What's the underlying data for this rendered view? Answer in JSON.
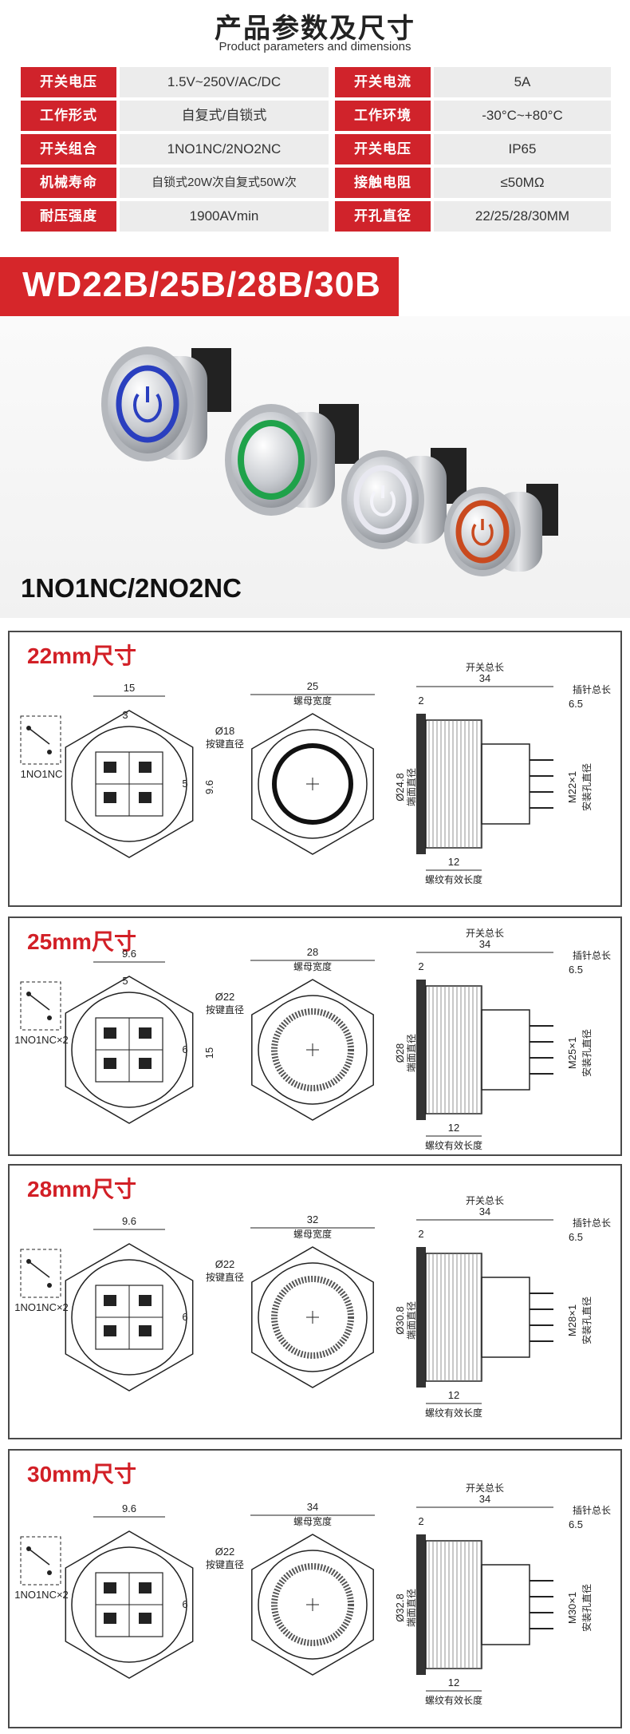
{
  "header": {
    "title_cn": "产品参数及尺寸",
    "title_en": "Product parameters and dimensions"
  },
  "spec_rows": [
    {
      "l1": "开关电压",
      "v1": "1.5V~250V/AC/DC",
      "l2": "开关电流",
      "v2": "5A"
    },
    {
      "l1": "工作形式",
      "v1": "自复式/自锁式",
      "l2": "工作环境",
      "v2": "-30°C~+80°C"
    },
    {
      "l1": "开关组合",
      "v1": "1NO1NC/2NO2NC",
      "l2": "开关电压",
      "v2": "IP65"
    },
    {
      "l1": "机械寿命",
      "v1": "自锁式20W次自复式50W次",
      "l2": "接触电阻",
      "v2": "≤50MΩ"
    },
    {
      "l1": "耐压强度",
      "v1": "1900AVmin",
      "l2": "开孔直径",
      "v2": "22/25/28/30MM"
    }
  ],
  "banner": {
    "model": "WD22B/25B/28B/30B"
  },
  "product": {
    "contacts": "1NO1NC/2NO2NC",
    "ring_colors": [
      "#2a3fbf",
      "#1fa24a",
      "#e8e8f0",
      "#c94a1f"
    ]
  },
  "panels": [
    {
      "title": "22mm尺寸",
      "wiring": "1NO1NC",
      "front_w": "15",
      "front_pin": "3",
      "front_h": "9.6",
      "front_c": "5",
      "nut_w": "25",
      "nut_w_label": "螺母宽度",
      "btn_d": "Ø18",
      "btn_d_label": "按键直径",
      "head_d": "Ø24.8",
      "head_d_label": "端面直径",
      "total": "34",
      "total_label": "开关总长",
      "pin": "6.5",
      "pin_label": "插针总长",
      "flange": "2",
      "thread": "M22×1",
      "thread_label": "安装孔直径",
      "thread_len": "12",
      "thread_len_label": "螺纹有效长度"
    },
    {
      "title": "25mm尺寸",
      "wiring": "1NO1NC×2",
      "front_w": "9.6",
      "front_pin": "5",
      "front_h": "15",
      "front_c": "6",
      "nut_w": "28",
      "nut_w_label": "螺母宽度",
      "btn_d": "Ø22",
      "btn_d_label": "按键直径",
      "head_d": "Ø28",
      "head_d_label": "端面直径",
      "total": "34",
      "total_label": "开关总长",
      "pin": "6.5",
      "pin_label": "插针总长",
      "flange": "2",
      "thread": "M25×1",
      "thread_label": "安装孔直径",
      "thread_len": "12",
      "thread_len_label": "螺纹有效长度"
    },
    {
      "title": "28mm尺寸",
      "wiring": "1NO1NC×2",
      "front_w": "9.6",
      "front_c": "6",
      "nut_w": "32",
      "nut_w_label": "螺母宽度",
      "btn_d": "Ø22",
      "btn_d_label": "按键直径",
      "head_d": "Ø30.8",
      "head_d_label": "端面直径",
      "total": "34",
      "total_label": "开关总长",
      "pin": "6.5",
      "pin_label": "插针总长",
      "flange": "2",
      "thread": "M28×1",
      "thread_label": "安装孔直径",
      "thread_len": "12",
      "thread_len_label": "螺纹有效长度"
    },
    {
      "title": "30mm尺寸",
      "wiring": "1NO1NC×2",
      "front_w": "9.6",
      "front_c": "6",
      "nut_w": "34",
      "nut_w_label": "螺母宽度",
      "btn_d": "Ø22",
      "btn_d_label": "按键直径",
      "head_d": "Ø32.8",
      "head_d_label": "端面直径",
      "total": "34",
      "total_label": "开关总长",
      "pin": "6.5",
      "pin_label": "插针总长",
      "flange": "2",
      "thread": "M30×1",
      "thread_label": "安装孔直径",
      "thread_len": "12",
      "thread_len_label": "螺纹有效长度"
    }
  ]
}
